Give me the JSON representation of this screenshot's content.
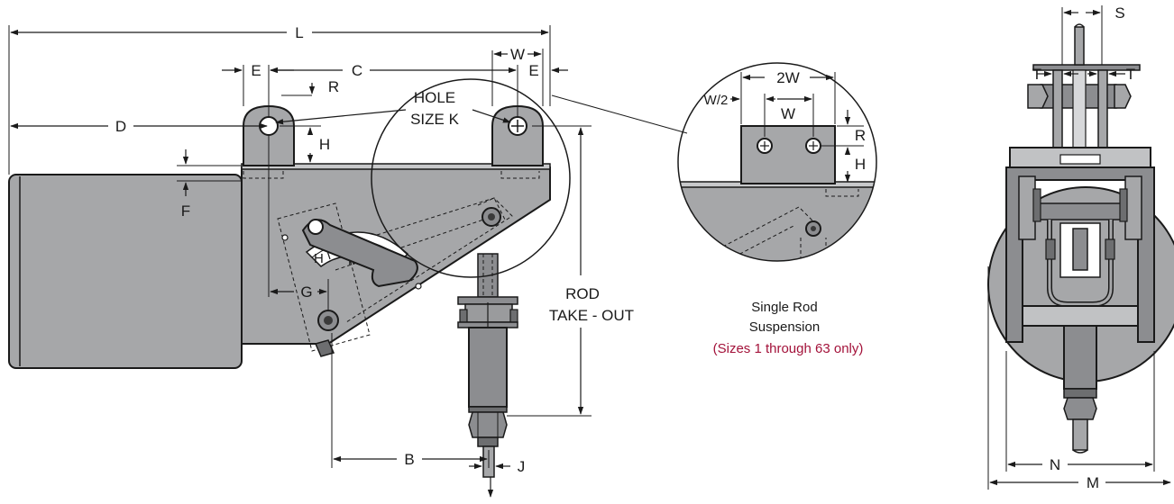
{
  "side_view": {
    "dims": {
      "L": "L",
      "E_left": "E",
      "C": "C",
      "W": "W",
      "E_right": "E",
      "R": "R",
      "D": "D",
      "H": "H",
      "F": "F",
      "G": "G",
      "B": "B",
      "J": "J"
    },
    "hole_label_line1": "HOLE",
    "hole_label_line2": "SIZE K",
    "rod_label_line1": "ROD",
    "rod_label_line2": "TAKE - OUT",
    "scale_H": "H",
    "scale_M": "M"
  },
  "detail_view": {
    "dims": {
      "two_w": "2W",
      "w_half": "W/2",
      "w": "W",
      "r": "R",
      "h": "H"
    },
    "caption_line1": "Single Rod",
    "caption_line2": "Suspension",
    "caption_note": "(Sizes 1 through 63 only)"
  },
  "end_view": {
    "dims": {
      "S": "S",
      "T_left": "T",
      "T_right": "T",
      "N": "N",
      "M": "M"
    }
  },
  "colors": {
    "body_gray": "#a6a7a9",
    "outline": "#1a1a1a",
    "note_red": "#a3123a"
  }
}
